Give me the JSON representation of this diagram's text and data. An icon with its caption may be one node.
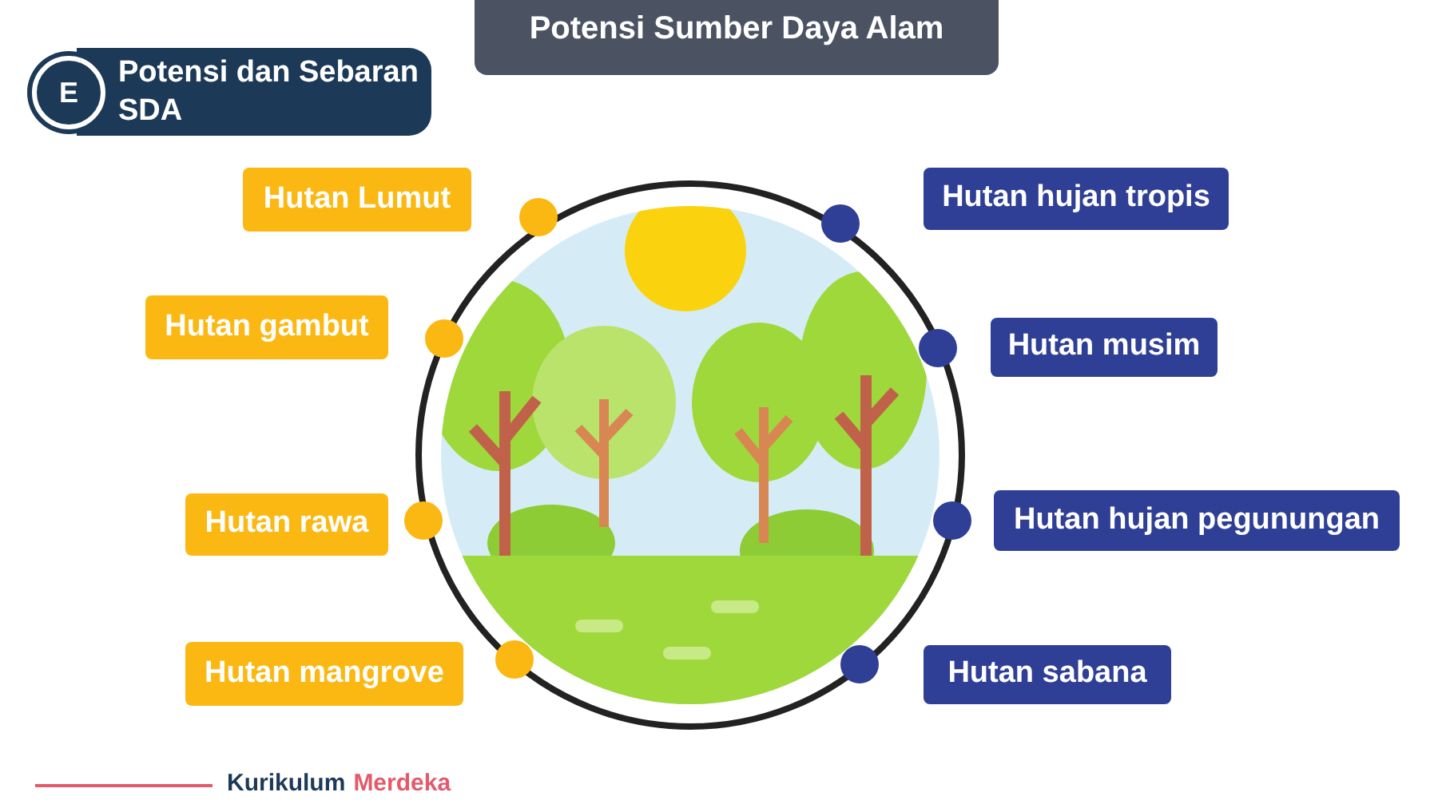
{
  "diagram": {
    "title": "Potensi Sumber Daya Alam",
    "nodes": [
      {
        "text": [
          "E"
        ]
      },
      {
        "text": [
          "Potensi dan Sebaran SDA"
        ]
      },
      {
        "text": [
          "Hutan Lumut"
        ]
      },
      {
        "text": [
          "Hutan gambut"
        ]
      },
      {
        "text": [
          "Hutan rawa"
        ]
      },
      {
        "text": [
          "Hutan mangrove"
        ]
      },
      {
        "text": [
          "Hutan hujan tropis"
        ]
      },
      {
        "text": [
          "Hutan musim"
        ]
      },
      {
        "text": [
          "Hutan hujan pegunungan"
        ]
      },
      {
        "text": [
          "Hutan sabana"
        ]
      }
    ],
    "labels": [
      "Kurikulum",
      "Merdeka"
    ]
  }
}
